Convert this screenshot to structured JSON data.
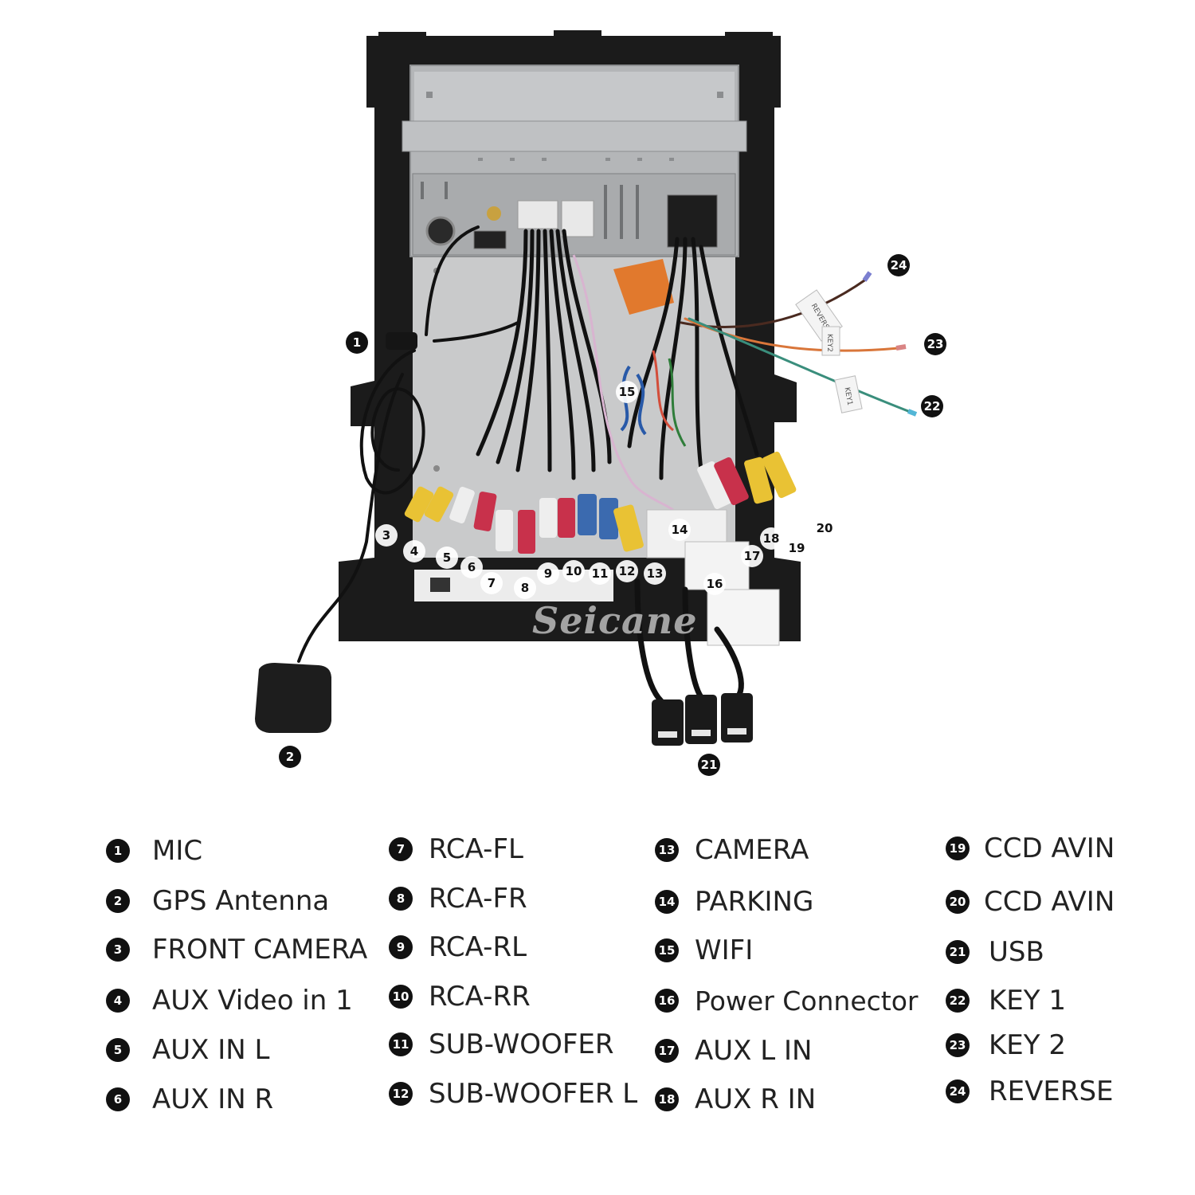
{
  "watermark": "Seicane",
  "wire_tags": {
    "reverse": "REVERSE",
    "key2": "KEY2",
    "key1": "KEY1"
  },
  "callouts": [
    "1",
    "2",
    "3",
    "4",
    "5",
    "6",
    "7",
    "8",
    "9",
    "10",
    "11",
    "12",
    "13",
    "14",
    "15",
    "16",
    "17",
    "18",
    "19",
    "20",
    "21",
    "22",
    "23",
    "24"
  ],
  "legend": [
    {
      "num": "1",
      "label": "MIC"
    },
    {
      "num": "2",
      "label": "GPS Antenna"
    },
    {
      "num": "3",
      "label": "FRONT CAMERA"
    },
    {
      "num": "4",
      "label": "AUX Video in 1"
    },
    {
      "num": "5",
      "label": "AUX IN L"
    },
    {
      "num": "6",
      "label": "AUX IN R"
    },
    {
      "num": "7",
      "label": "RCA-FL"
    },
    {
      "num": "8",
      "label": "RCA-FR"
    },
    {
      "num": "9",
      "label": "RCA-RL"
    },
    {
      "num": "10",
      "label": "RCA-RR"
    },
    {
      "num": "11",
      "label": "SUB-WOOFER"
    },
    {
      "num": "12",
      "label": "SUB-WOOFER L"
    },
    {
      "num": "13",
      "label": "CAMERA"
    },
    {
      "num": "14",
      "label": "PARKING"
    },
    {
      "num": "15",
      "label": "WIFI"
    },
    {
      "num": "16",
      "label": "Power Connector"
    },
    {
      "num": "17",
      "label": "AUX L IN"
    },
    {
      "num": "18",
      "label": "AUX R IN"
    },
    {
      "num": "19",
      "label": "CCD AVIN"
    },
    {
      "num": "20",
      "label": "CCD AVIN"
    },
    {
      "num": "21",
      "label": "USB"
    },
    {
      "num": "22",
      "label": "KEY 1"
    },
    {
      "num": "23",
      "label": "KEY 2"
    },
    {
      "num": "24",
      "label": "REVERSE"
    }
  ]
}
